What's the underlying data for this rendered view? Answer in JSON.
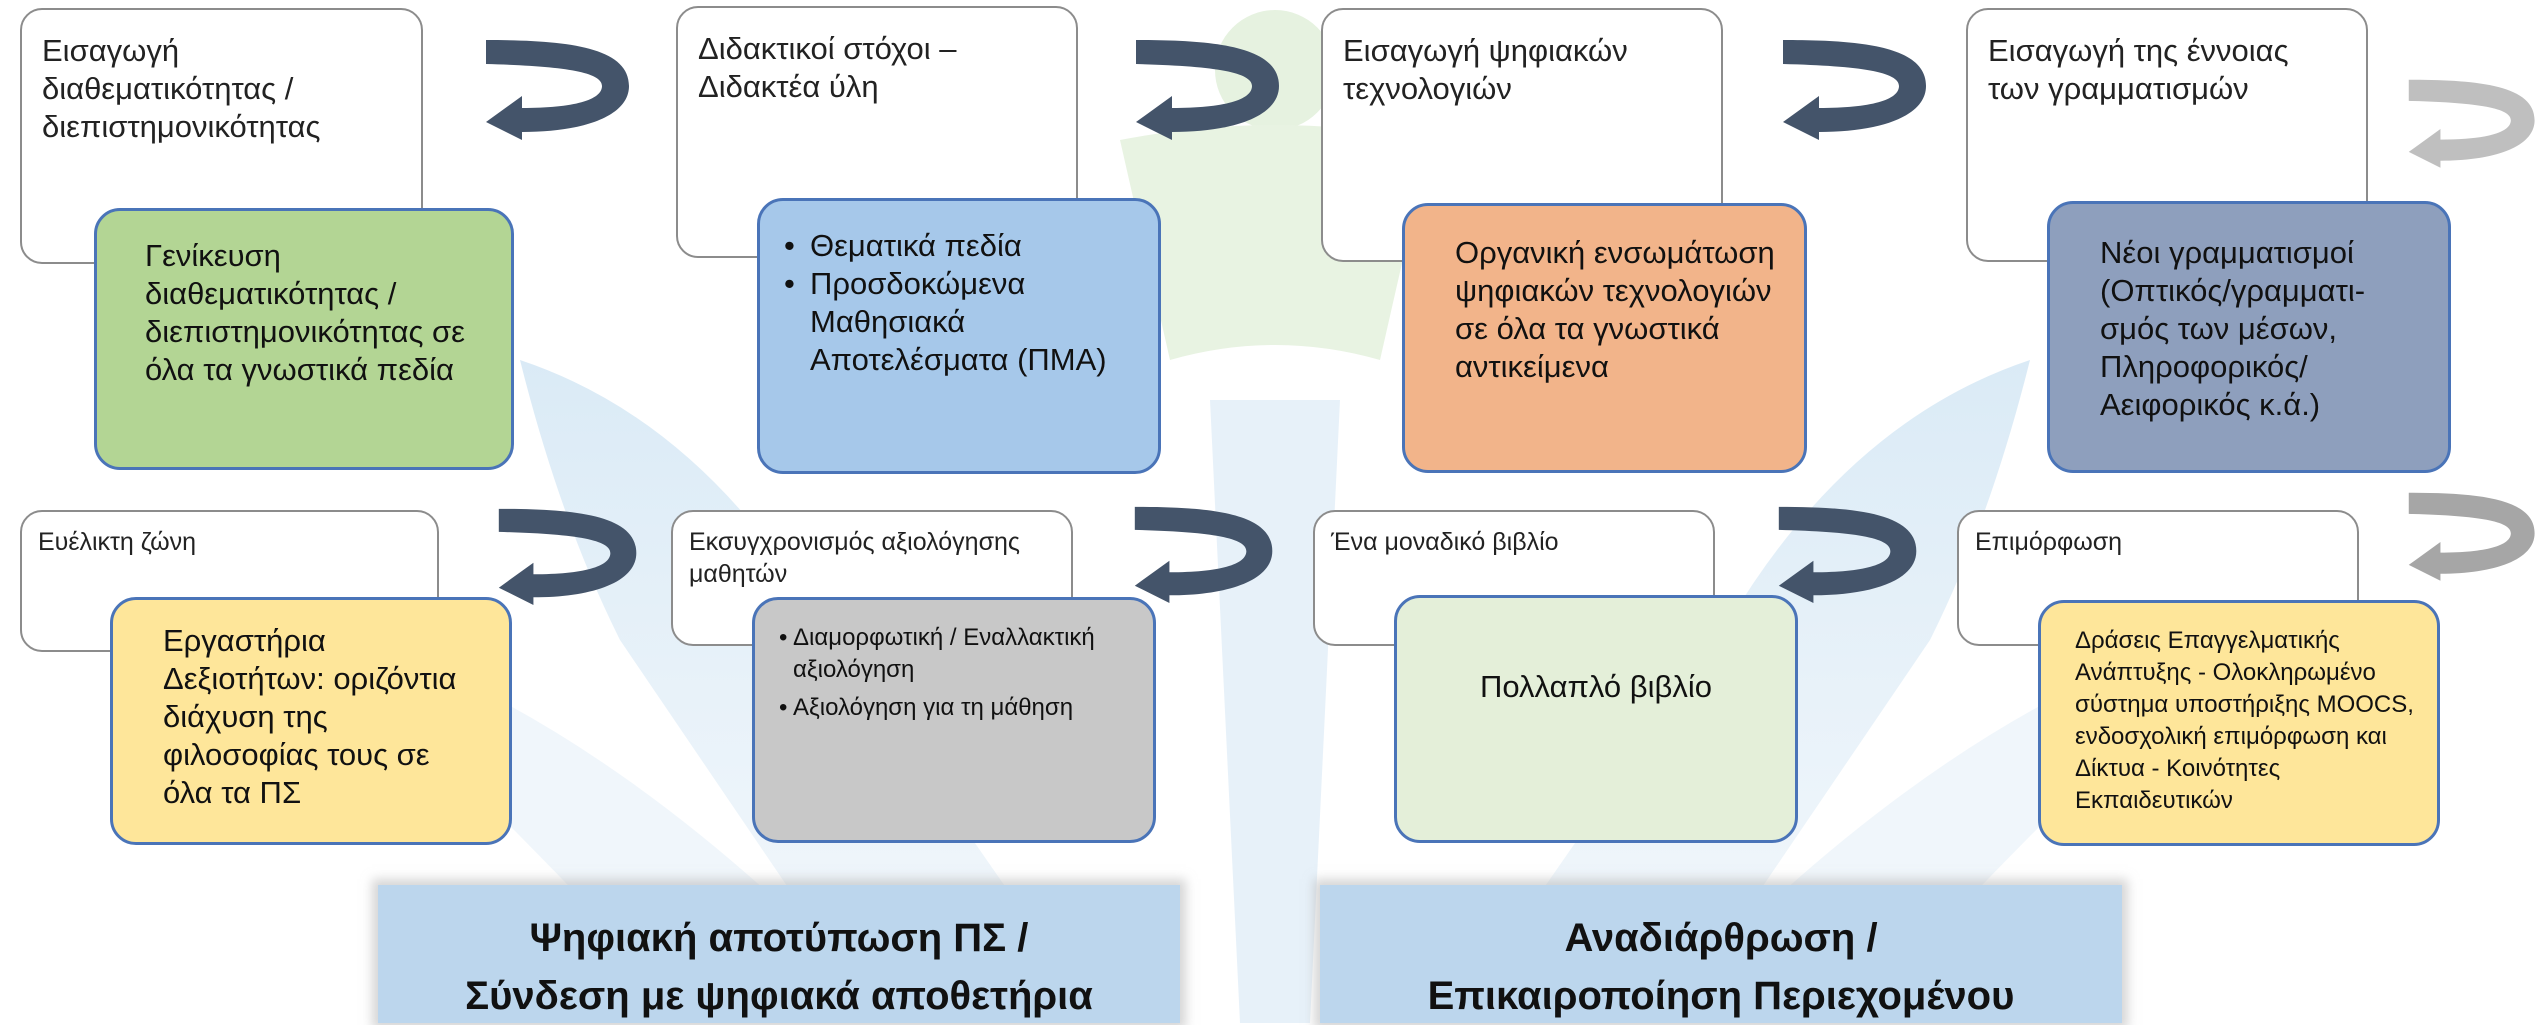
{
  "row1": [
    {
      "header": "Εισαγωγή διαθεματικότητας / διεπιστημονικότητας",
      "content": "Γενίκευση διαθεματικότητας / διεπιστημονικότητας σε όλα τα γνωστικά πεδία"
    },
    {
      "header": "Διδακτικοί στόχοι – Διδακτέα ύλη",
      "bullets": [
        "Θεματικά πεδία",
        "Προσδοκώμενα Μαθησιακά Αποτελέσματα (ΠΜΑ)"
      ]
    },
    {
      "header": "Εισαγωγή ψηφιακών τεχνολογιών",
      "content": "Οργανική ενσωμάτωση ψηφιακών τεχνολογιών σε όλα τα γνωστικά αντικείμενα"
    },
    {
      "header": "Εισαγωγή της έννοιας των γραμματισμών",
      "content": "Νέοι γραμματισμοί (Οπτικός/γραμματι-σμός των μέσων, Πληροφορικός/ Αειφορικός κ.ά.)"
    }
  ],
  "row2": [
    {
      "header": "Ευέλικτη ζώνη",
      "content": "Εργαστήρια Δεξιοτήτων: οριζόντια διάχυση της φιλοσοφίας τους σε όλα τα ΠΣ"
    },
    {
      "header": "Εκσυγχρονισμός αξιολόγησης μαθητών",
      "bullets": [
        "Διαμορφωτική / Εναλλακτική αξιολόγηση",
        "Αξιολόγηση για τη μάθηση"
      ]
    },
    {
      "header": "Ένα μοναδικό βιβλίο",
      "content": "Πολλαπλό βιβλίο"
    },
    {
      "header": "Επιμόρφωση",
      "content": "Δράσεις Επαγγελματικής Ανάπτυξης - Ολοκληρωμένο σύστημα υποστήριξης MOOCS, ενδοσχολική επιμόρφωση και Δίκτυα - Κοινότητες  Εκπαιδευτικών"
    }
  ],
  "banners": [
    {
      "line1": "Ψηφιακή αποτύπωση ΠΣ /",
      "line2": "Σύνδεση με ψηφιακά αποθετήρια"
    },
    {
      "line1": "Αναδιάρθρωση /",
      "line2": "Επικαιροποίηση Περιεχομένου"
    }
  ],
  "colors": {
    "dark_arrow": "#44546a",
    "light_arrow": "#bfbfbf",
    "box_border": "#4a74b8"
  }
}
